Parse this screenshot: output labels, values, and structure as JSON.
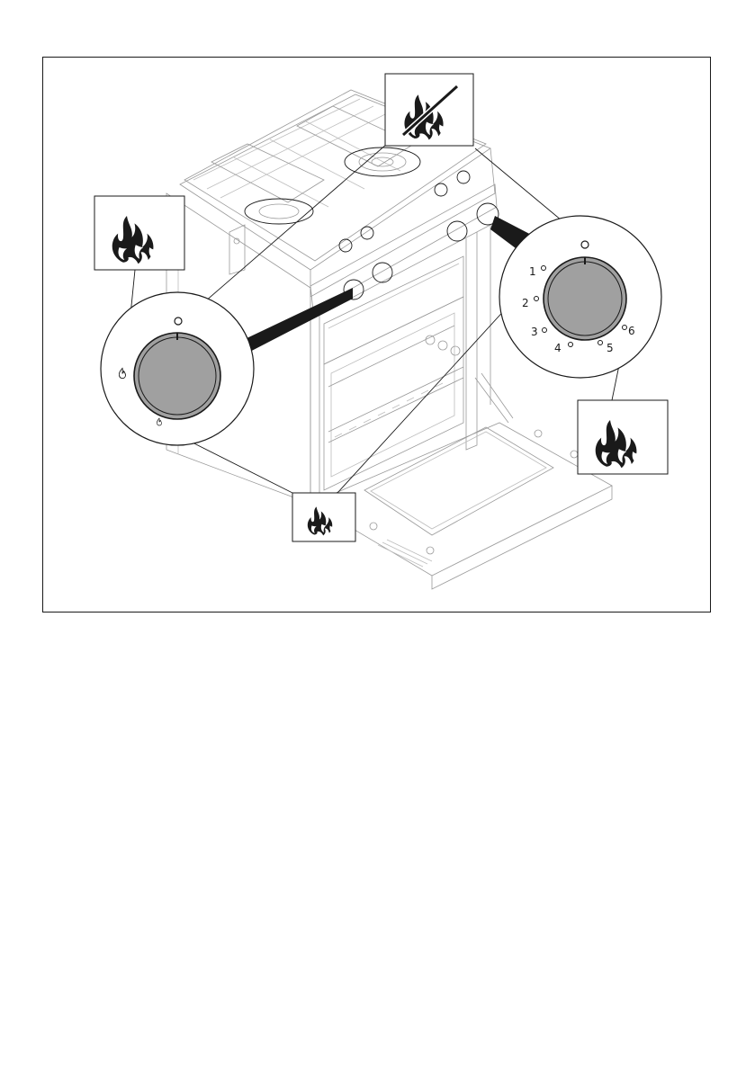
{
  "figure": {
    "right_knob_scale": [
      {
        "key": "position-1",
        "label": "1"
      },
      {
        "key": "position-2",
        "label": "2"
      },
      {
        "key": "position-3",
        "label": "3"
      },
      {
        "key": "position-4",
        "label": "4"
      },
      {
        "key": "position-5",
        "label": "5"
      },
      {
        "key": "position-6",
        "label": "6"
      }
    ],
    "symbols": {
      "gas_off": "flame-crossed-icon",
      "full_flame": "large-flame-icon",
      "small_flame": "small-flame-icon"
    },
    "colors": {
      "line": "#1a1a1a",
      "knob_face": "#a0a0a0",
      "appliance_outline": "#9a9a9a"
    }
  }
}
